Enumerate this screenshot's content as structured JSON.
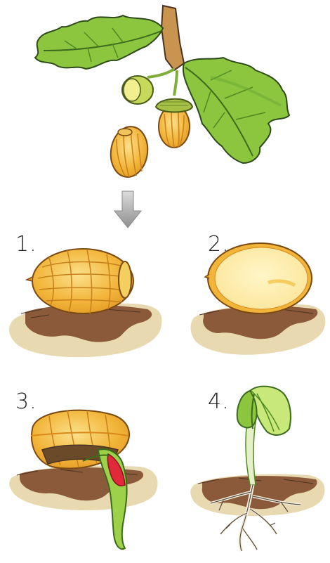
{
  "steps": [
    {
      "label": "1."
    },
    {
      "label": "2."
    },
    {
      "label": "3."
    },
    {
      "label": "4."
    }
  ],
  "colors": {
    "leaf": "#8cc63f",
    "leaf_dark": "#4f8a22",
    "acorn": "#f2b53a",
    "acorn_stripe": "#d9891a",
    "cap": "#a6bf45",
    "soil": "#8a5a3a",
    "ground": "#e8d9b0",
    "stem": "#c9944f",
    "sprout": "#9ed14a",
    "root": "#f2efe0",
    "arrow": "#b5b5b5"
  },
  "icons": [
    "oak-leaf",
    "acorn",
    "acorn-cap",
    "arrow-down",
    "soil",
    "sprout",
    "roots"
  ]
}
